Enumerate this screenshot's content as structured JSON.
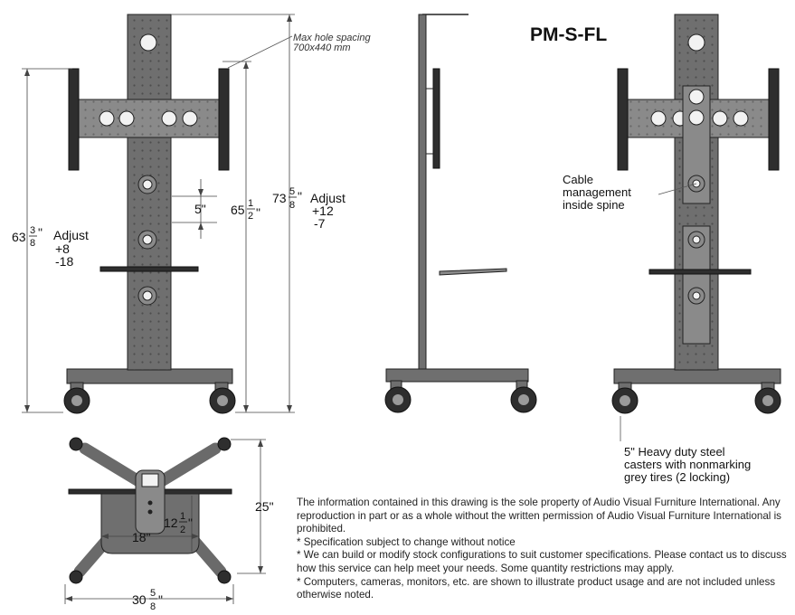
{
  "title": "PM-S-FL",
  "callouts": {
    "max_hole_line1": "Max hole spacing",
    "max_hole_line2": "700x440 mm",
    "cable_line1": "Cable",
    "cable_line2": "management",
    "cable_line3": "inside spine",
    "casters_line1": "5\" Heavy duty steel",
    "casters_line2": "casters with nonmarking",
    "casters_line3": "grey tires (2 locking)"
  },
  "dimensions": {
    "left_height": {
      "whole": "63",
      "num": "3",
      "den": "8",
      "unit": "\""
    },
    "adjust_left": {
      "label": "Adjust",
      "plus": "+8",
      "minus": "-18"
    },
    "spacing": "5\"",
    "mid_height": {
      "whole": "65",
      "num": "1",
      "den": "2",
      "unit": "\""
    },
    "total_height": {
      "whole": "73",
      "num": "5",
      "den": "8",
      "unit": "\""
    },
    "adjust_right": {
      "label": "Adjust",
      "plus": "+12",
      "minus": "-7"
    },
    "depth": "25\"",
    "width": {
      "whole": "30",
      "num": "5",
      "den": "8",
      "unit": "\""
    },
    "shelf_width": "18\"",
    "shelf_depth": {
      "whole": "12",
      "num": "1",
      "den": "2",
      "unit": "\""
    }
  },
  "notes": [
    "The information contained in this drawing is the sole property of Audio Visual Furniture International. Any reproduction in part or as a whole without the written permission of Audio Visual Furniture International is prohibited.",
    "* Specification subject to change without notice",
    "* We can build or modify stock configurations to suit customer specifications. Please contact us to discuss how this service can help meet your needs. Some quantity restrictions may apply.",
    "* Computers, cameras, monitors, etc. are shown to illustrate product usage and are not included unless otherwise noted."
  ]
}
